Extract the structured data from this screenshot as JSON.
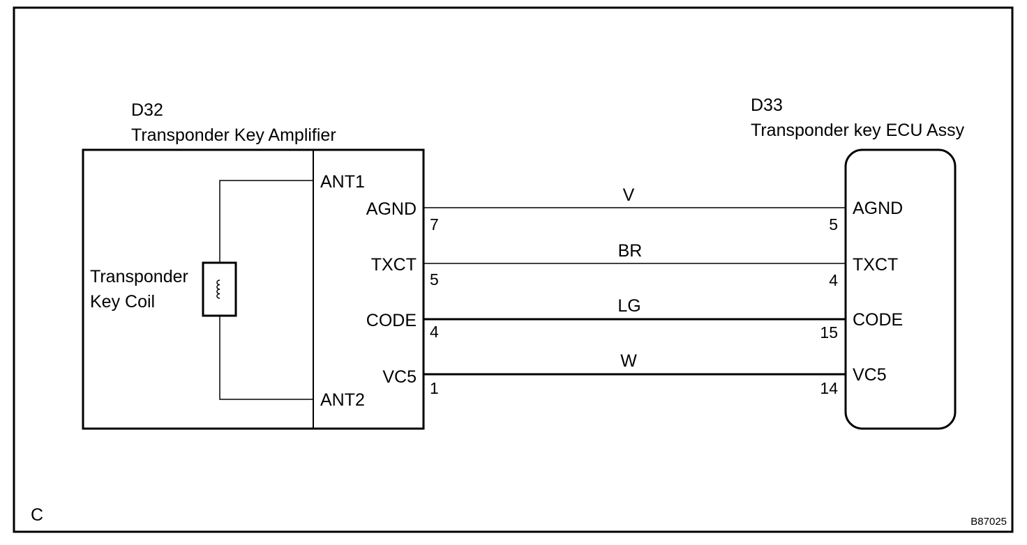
{
  "components": {
    "amplifier": {
      "code": "D32",
      "name": "Transponder Key Amplifier",
      "coil_label_line1": "Transponder",
      "coil_label_line2": "Key Coil",
      "antenna_pins": [
        "ANT1",
        "ANT2"
      ]
    },
    "ecu": {
      "code": "D33",
      "name": "Transponder key ECU Assy"
    }
  },
  "wires": [
    {
      "signal_left": "AGND",
      "pin_left": "7",
      "color": "V",
      "signal_right": "AGND",
      "pin_right": "5"
    },
    {
      "signal_left": "TXCT",
      "pin_left": "5",
      "color": "BR",
      "signal_right": "TXCT",
      "pin_right": "4"
    },
    {
      "signal_left": "CODE",
      "pin_left": "4",
      "color": "LG",
      "signal_right": "CODE",
      "pin_right": "15"
    },
    {
      "signal_left": "VC5",
      "pin_left": "1",
      "color": "W",
      "signal_right": "VC5",
      "pin_right": "14"
    }
  ],
  "corner_letter": "C",
  "figure_id": "B87025"
}
